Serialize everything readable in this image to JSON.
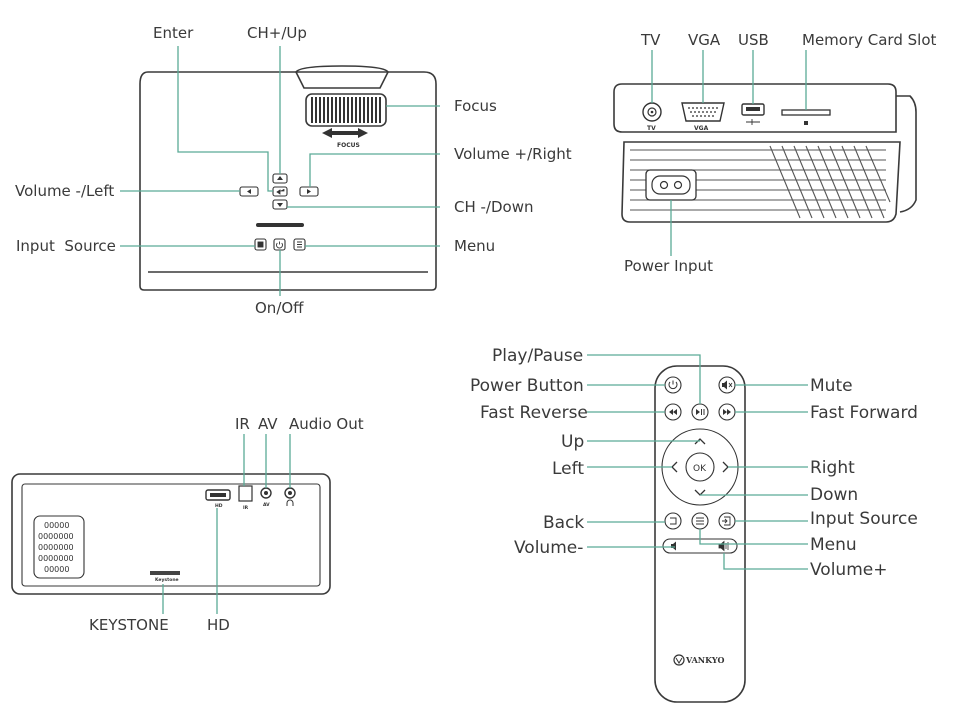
{
  "top_view": {
    "labels": {
      "enter": "Enter",
      "ch_up": "CH+/Up",
      "focus": "Focus",
      "volume_right": "Volume +/Right",
      "volume_left": "Volume -/Left",
      "ch_down": "CH -/Down",
      "input_source": "Input  Source",
      "menu": "Menu",
      "on_off": "On/Off"
    },
    "focus_caption": "FOCUS"
  },
  "back_view": {
    "labels": {
      "tv": "TV",
      "vga": "VGA",
      "usb": "USB",
      "memory_card_slot": "Memory Card Slot",
      "power_input": "Power Input"
    },
    "port_captions": {
      "tv": "TV",
      "vga": "VGA"
    }
  },
  "side_view": {
    "labels": {
      "ir": "IR",
      "av": "AV",
      "audio_out": "Audio Out",
      "keystone": "KEYSTONE",
      "hd": "HD"
    },
    "port_captions": {
      "hd": "HD",
      "ir": "IR",
      "av": "AV",
      "keystone": "Keystone"
    },
    "speaker_rows": [
      "00000",
      "0000000",
      "0000000",
      "0000000",
      "00000"
    ]
  },
  "remote": {
    "labels": {
      "play_pause": "Play/Pause",
      "power_button": "Power Button",
      "fast_reverse": "Fast Reverse",
      "up": "Up",
      "left": "Left",
      "back": "Back",
      "volume_minus": "Volume-",
      "mute": "Mute",
      "fast_forward": "Fast Forward",
      "right": "Right",
      "down": "Down",
      "input_source": "Input Source",
      "menu": "Menu",
      "volume_plus": "Volume+"
    },
    "ok_label": "OK",
    "brand": "VANKYO"
  },
  "colors": {
    "leader_line": "#5aaa96",
    "device_outline": "#3a3a3a"
  }
}
